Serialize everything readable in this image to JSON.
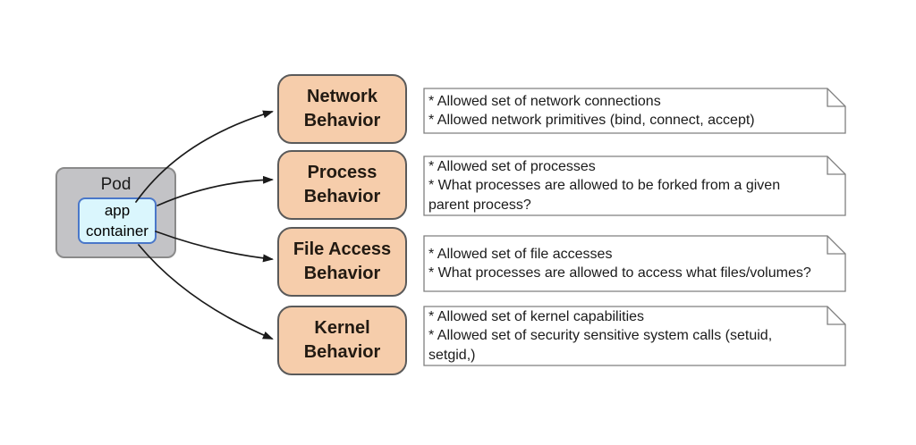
{
  "colors": {
    "canvas_bg": "#ffffff",
    "pod_fill": "#c3c3c6",
    "pod_border": "#8a8a8a",
    "container_fill": "#daf6fd",
    "container_border": "#4a77c9",
    "behavior_fill": "#f6cdab",
    "behavior_border": "#5a5a5a",
    "note_fill": "#ffffff",
    "note_border": "#7f7f7f",
    "arrow_color": "#1a1a1a",
    "text_color": "#1a1a1a"
  },
  "pod": {
    "label": "Pod",
    "app_container": {
      "lines": [
        "app",
        "container"
      ]
    }
  },
  "behaviors": [
    {
      "label_lines": [
        "Network",
        "Behavior"
      ],
      "note_lines": [
        "* Allowed set of network connections",
        "* Allowed network primitives (bind, connect, accept)",
        ""
      ]
    },
    {
      "label_lines": [
        "Process",
        "Behavior"
      ],
      "note_lines": [
        "* Allowed set of processes",
        "* What processes are allowed to be forked from a given",
        "parent process?"
      ]
    },
    {
      "label_lines": [
        "File Access",
        "Behavior"
      ],
      "note_lines": [
        "* Allowed set of file accesses",
        "* What processes are allowed to access what files/volumes?",
        ""
      ]
    },
    {
      "label_lines": [
        "Kernel",
        "Behavior"
      ],
      "note_lines": [
        "* Allowed set of kernel capabilities",
        "* Allowed set of security sensitive system calls (setuid,",
        "setgid,)"
      ]
    }
  ]
}
